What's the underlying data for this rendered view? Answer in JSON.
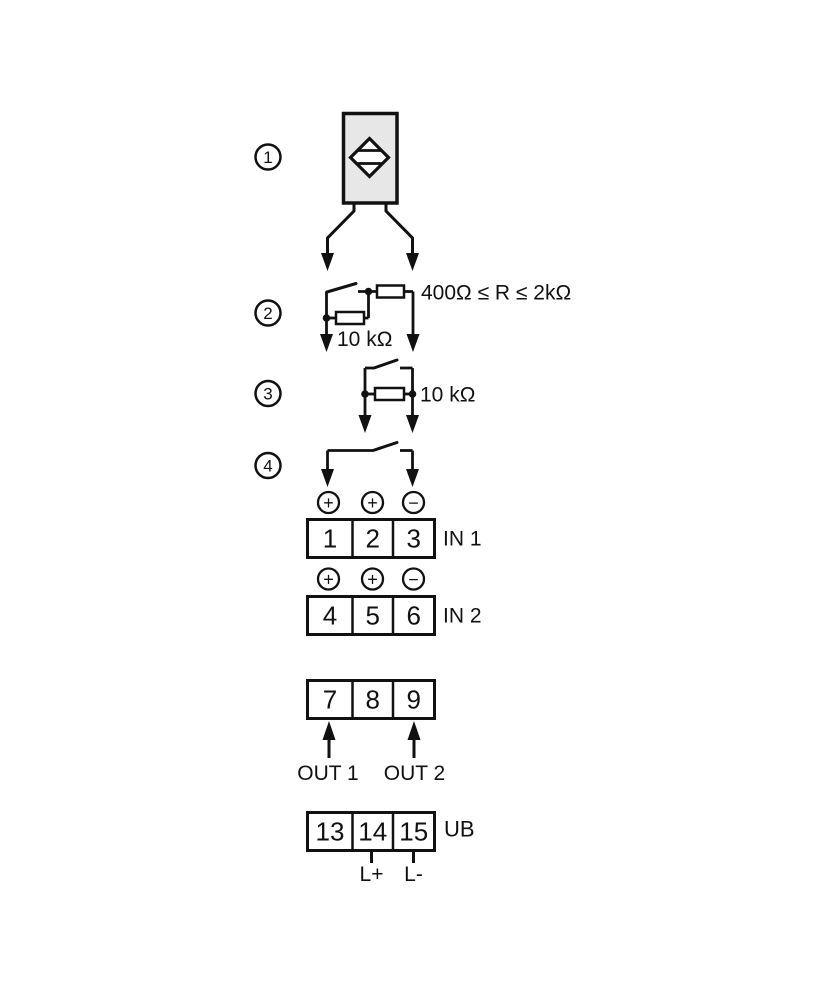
{
  "callouts": [
    "1",
    "2",
    "3",
    "4"
  ],
  "annotations": {
    "r_range": "400Ω ≤ R ≤ 2kΩ",
    "r_shunt_2": "10 kΩ",
    "r_shunt_3": "10 kΩ"
  },
  "terminals": {
    "in1": {
      "polarity": [
        "+",
        "+",
        "−"
      ],
      "cells": [
        "1",
        "2",
        "3"
      ],
      "label": "IN 1"
    },
    "in2": {
      "polarity": [
        "+",
        "+",
        "−"
      ],
      "cells": [
        "4",
        "5",
        "6"
      ],
      "label": "IN 2"
    },
    "out": {
      "cells": [
        "7",
        "8",
        "9"
      ],
      "arrow_labels": [
        "OUT 1",
        "OUT 2"
      ]
    },
    "supply": {
      "cells": [
        "13",
        "14",
        "15"
      ],
      "label": "UB",
      "pin_labels": [
        "L+",
        "L-"
      ]
    }
  },
  "colors": {
    "line": "#111111",
    "sensor_fill": "#e7e7e7",
    "background": "#ffffff"
  }
}
